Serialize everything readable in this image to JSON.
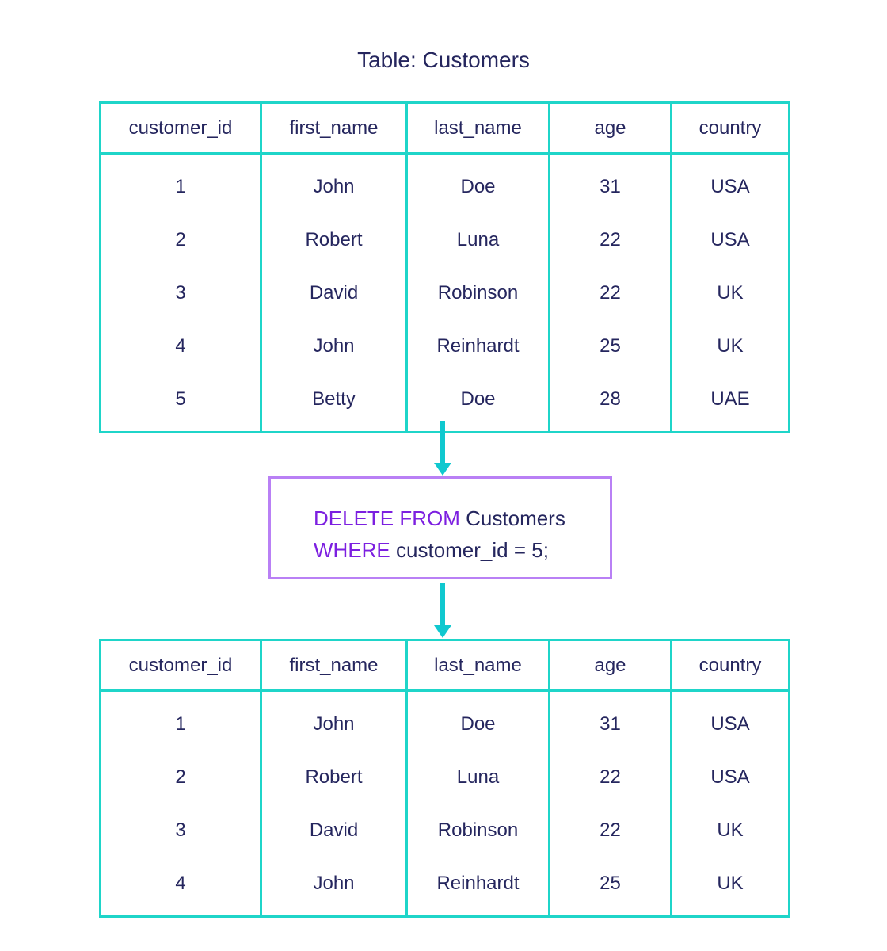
{
  "title": "Table: Customers",
  "columns": [
    "customer_id",
    "first_name",
    "last_name",
    "age",
    "country"
  ],
  "before_table": {
    "rows": [
      [
        "1",
        "John",
        "Doe",
        "31",
        "USA"
      ],
      [
        "2",
        "Robert",
        "Luna",
        "22",
        "USA"
      ],
      [
        "3",
        "David",
        "Robinson",
        "22",
        "UK"
      ],
      [
        "4",
        "John",
        "Reinhardt",
        "25",
        "UK"
      ],
      [
        "5",
        "Betty",
        "Doe",
        "28",
        "UAE"
      ]
    ]
  },
  "query": {
    "line1_keyword": "DELETE FROM",
    "line1_text": " Customers",
    "line2_keyword": "WHERE",
    "line2_text": " customer_id = 5;"
  },
  "after_table": {
    "rows": [
      [
        "1",
        "John",
        "Doe",
        "31",
        "USA"
      ],
      [
        "2",
        "Robert",
        "Luna",
        "22",
        "USA"
      ],
      [
        "3",
        "David",
        "Robinson",
        "22",
        "UK"
      ],
      [
        "4",
        "John",
        "Reinhardt",
        "25",
        "UK"
      ]
    ]
  },
  "colors": {
    "table_border": "#1fd5c9",
    "arrow": "#10c8cf",
    "sql_border": "#b980f5",
    "keyword": "#7c1fe0",
    "text": "#25265e"
  }
}
